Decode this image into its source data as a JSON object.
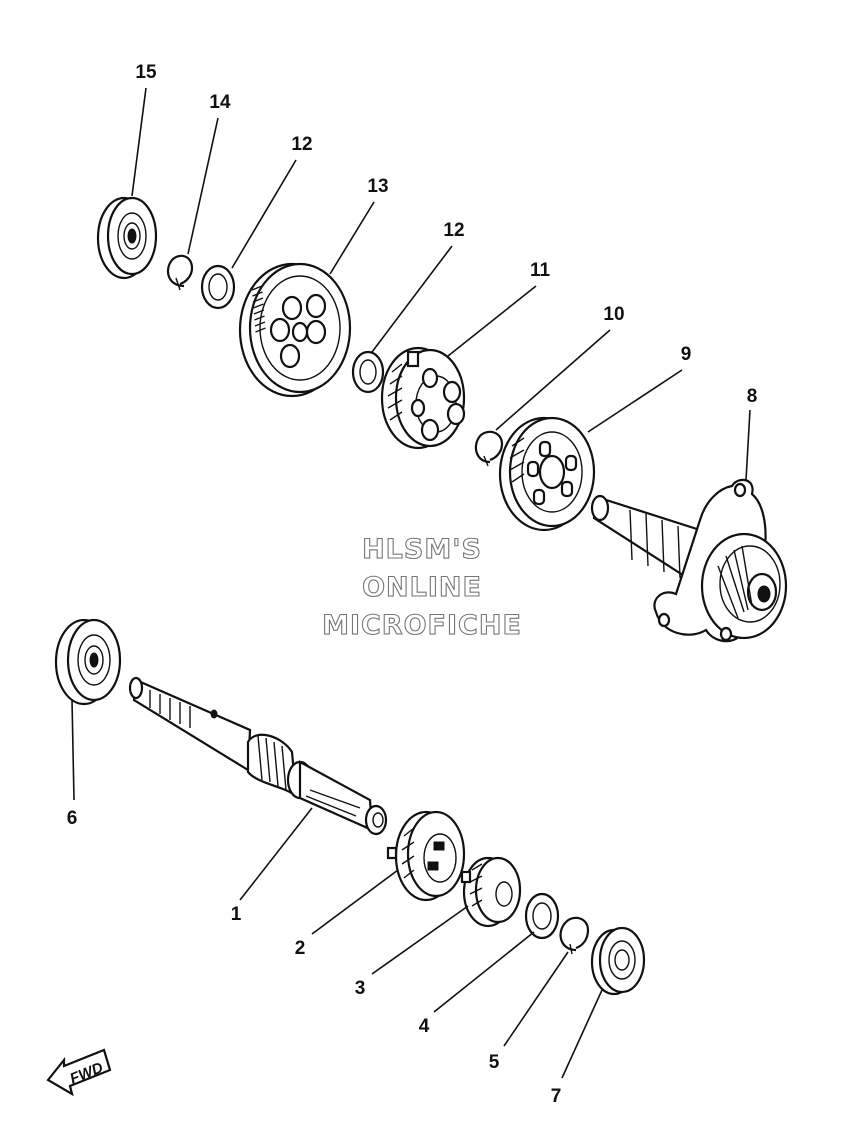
{
  "watermark": {
    "line1": "HLSM'S",
    "line2": "ONLINE",
    "line3": "MICROFICHE"
  },
  "direction_badge": "FWD",
  "callouts": [
    "1",
    "2",
    "3",
    "4",
    "5",
    "6",
    "7",
    "8",
    "9",
    "10",
    "11",
    "12",
    "12",
    "13",
    "14",
    "15"
  ]
}
